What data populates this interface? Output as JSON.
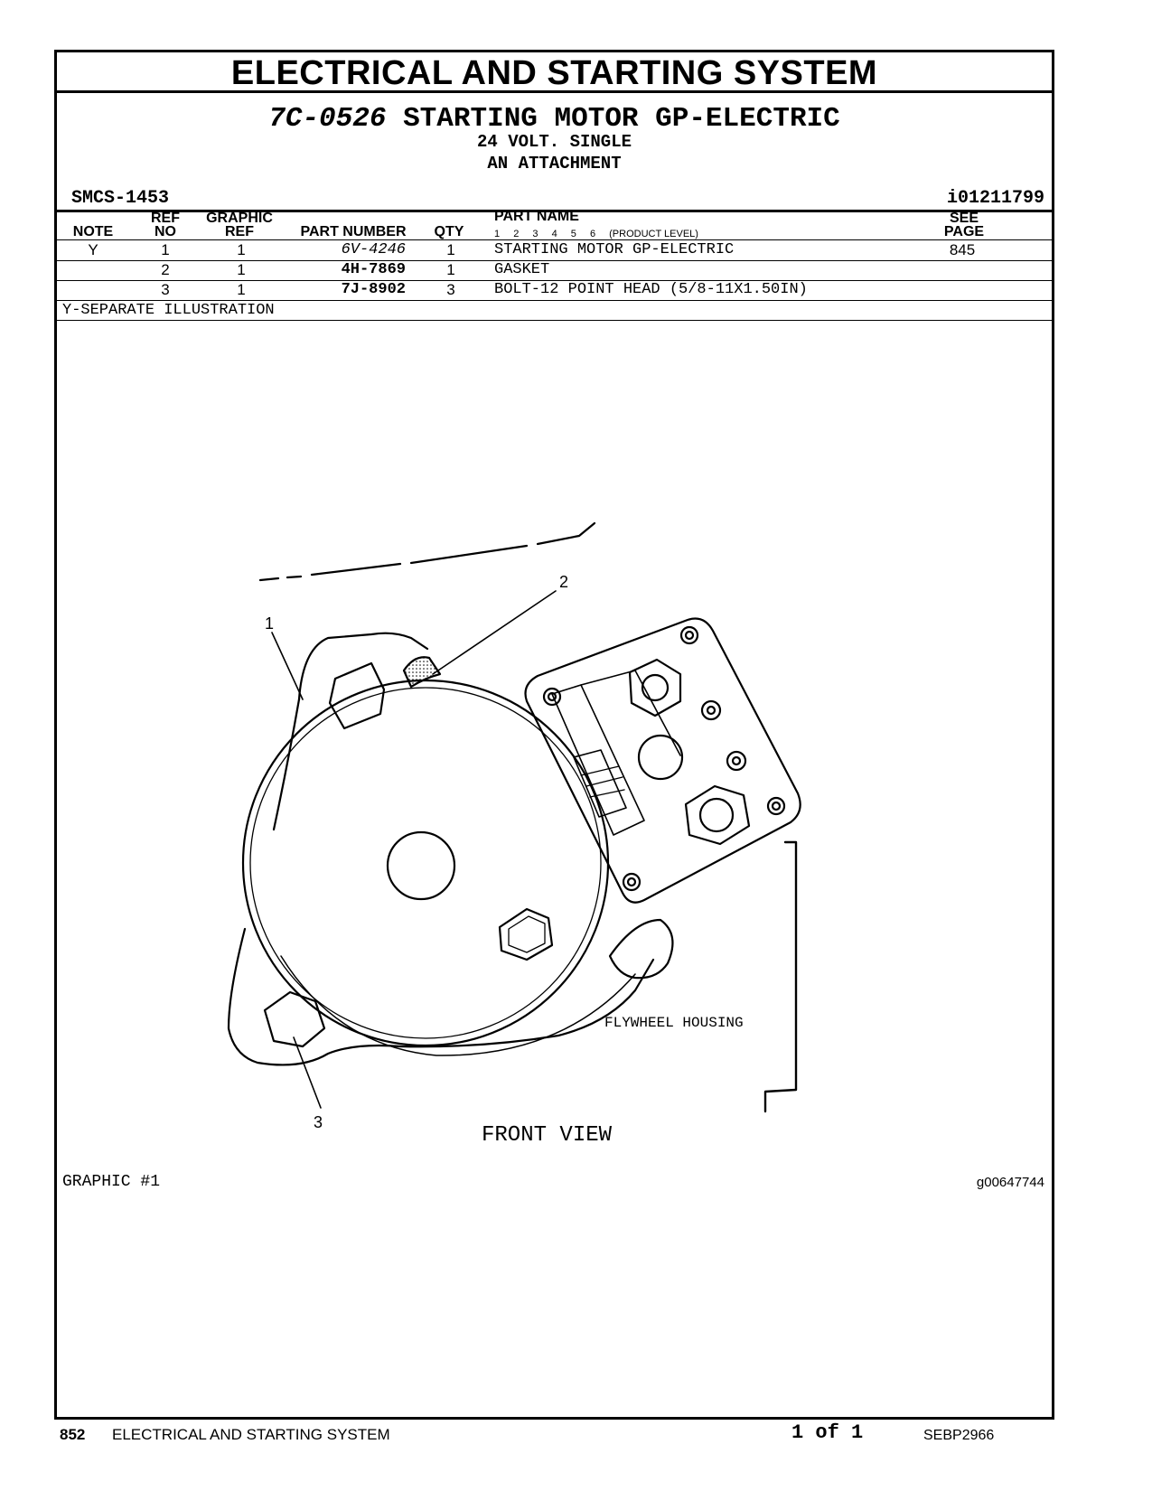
{
  "header": {
    "section_title": "ELECTRICAL AND STARTING SYSTEM",
    "group_part_number": "7C-0526",
    "group_name": "STARTING MOTOR GP-ELECTRIC",
    "line1": "24 VOLT. SINGLE",
    "line2": "AN ATTACHMENT",
    "smcs": "SMCS-1453",
    "doc_id": "i01211799"
  },
  "table": {
    "headers": {
      "note": "NOTE",
      "ref_top": "REF",
      "ref_bottom": "NO",
      "graphic_top": "GRAPHIC",
      "graphic_bottom": "REF",
      "part_number": "PART NUMBER",
      "qty": "QTY",
      "part_name": "PART NAME",
      "levels": [
        "1",
        "2",
        "3",
        "4",
        "5",
        "6"
      ],
      "levels_label": "(PRODUCT LEVEL)",
      "see_top": "SEE",
      "see_bottom": "PAGE"
    },
    "rows": [
      {
        "note": "Y",
        "ref_no": "1",
        "graphic_ref": "1",
        "part_number": "6V-4246",
        "qty": "1",
        "part_name": "STARTING MOTOR GP-ELECTRIC",
        "see_page": "845"
      },
      {
        "note": "",
        "ref_no": "2",
        "graphic_ref": "1",
        "part_number": "4H-7869",
        "qty": "1",
        "part_name": "GASKET",
        "see_page": ""
      },
      {
        "note": "",
        "ref_no": "3",
        "graphic_ref": "1",
        "part_number": "7J-8902",
        "qty": "3",
        "part_name": "BOLT-12 POINT HEAD (5/8-11X1.50IN)",
        "see_page": ""
      }
    ],
    "note_legend": "Y-SEPARATE ILLUSTRATION"
  },
  "illustration": {
    "callouts": [
      "1",
      "2",
      "3"
    ],
    "housing_label": "FLYWHEEL HOUSING",
    "view_label": "FRONT VIEW",
    "graphic_label": "GRAPHIC #1",
    "graphic_id": "g00647744"
  },
  "footer": {
    "page_number": "852",
    "section": "ELECTRICAL AND STARTING SYSTEM",
    "page_of": "1 of 1",
    "publication": "SEBP2966"
  }
}
